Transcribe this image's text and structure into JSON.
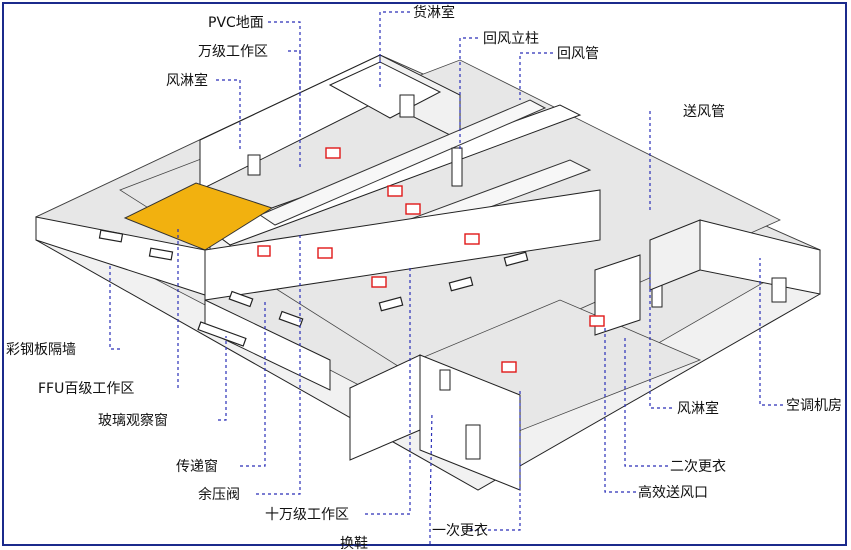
{
  "colors": {
    "leader_line": "#2a2fb8",
    "ffu_outline": "#e01818",
    "highlight_room": "#f2b10f",
    "frame_border": "#1b2a8c"
  },
  "labels": {
    "pvc_floor": "PVC地面",
    "class_10000_area": "万级工作区",
    "air_shower_top": "风淋室",
    "cargo_shower": "货淋室",
    "return_air_column": "回风立柱",
    "return_air_duct": "回风管",
    "supply_air_duct": "送风管",
    "color_steel_wall": "彩钢板隔墙",
    "ffu_class_100_area": "FFU百级工作区",
    "glass_window": "玻璃观察窗",
    "pass_box": "传递窗",
    "pressure_relief_valve": "余压阀",
    "class_100000_area": "十万级工作区",
    "shoe_change": "换鞋",
    "first_changing": "一次更衣",
    "hepa_outlet": "高效送风口",
    "second_changing": "二次更衣",
    "air_shower_right": "风淋室",
    "ac_room": "空调机房"
  }
}
